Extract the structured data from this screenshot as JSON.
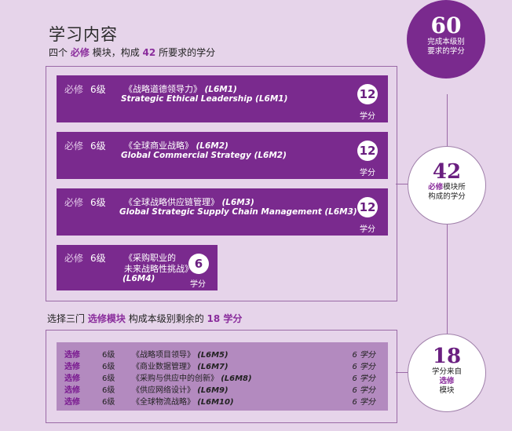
{
  "title": "学习内容",
  "intro": {
    "prefix": "四个",
    "highlight": "必修",
    "middle": "模块，构成",
    "number": "42",
    "suffix": "所要求的学分"
  },
  "modules": [
    {
      "req": "必修",
      "level": "6级",
      "cn": "《战略道德领导力》",
      "code": "(L6M1)",
      "en": "Strategic Ethical Leadership (L6M1)",
      "credits": "12",
      "credit_label": "学分"
    },
    {
      "req": "必修",
      "level": "6级",
      "cn": "《全球商业战略》",
      "code": "(L6M2)",
      "en": "Global Commercial Strategy (L6M2)",
      "credits": "12",
      "credit_label": "学分"
    },
    {
      "req": "必修",
      "level": "6级",
      "cn": "《全球战略供应链管理》",
      "code": "(L6M3)",
      "en": "Global Strategic Supply Chain Management (L6M3)",
      "credits": "12",
      "credit_label": "学分"
    },
    {
      "req": "必修",
      "level": "6级",
      "cn_line1": "《采购职业的",
      "cn_line2": "未来战略性挑战》",
      "code": "(L6M4)",
      "credits": "6",
      "credit_label": "学分"
    }
  ],
  "circle_total": {
    "number": "60",
    "line1": "完成本级别",
    "line2": "要求的学分"
  },
  "circle_required": {
    "number": "42",
    "highlight": "必修",
    "line1_rest": "模块所",
    "line2": "构成的学分"
  },
  "elective_header": {
    "prefix": "选择三门",
    "highlight": "选修模块",
    "middle": "构成本级别剩余的",
    "number": "18 学分"
  },
  "electives": [
    {
      "req": "选修",
      "level": "6级",
      "name": "《战略项目领导》",
      "code": "(L6M5)",
      "credits": "6 学分"
    },
    {
      "req": "选修",
      "level": "6级",
      "name": "《商业数据管理》",
      "code": "(L6M7)",
      "credits": "6 学分"
    },
    {
      "req": "选修",
      "level": "6级",
      "name": "《采购与供应中的创新》",
      "code": "(L6M8)",
      "credits": "6 学分"
    },
    {
      "req": "选修",
      "level": "6级",
      "name": "《供应网络设计》",
      "code": "(L6M9)",
      "credits": "6 学分"
    },
    {
      "req": "选修",
      "level": "6级",
      "name": "《全球物流战略》",
      "code": "(L6M10)",
      "credits": "6 学分"
    }
  ],
  "circle_elective": {
    "number": "18",
    "line1": "学分来自",
    "highlight": "选修",
    "line3": "模块"
  },
  "colors": {
    "purple_dark": "#7a2a8e",
    "purple_light": "#b38abf",
    "background": "#e6d4ea",
    "accent": "#8a2d9c"
  }
}
